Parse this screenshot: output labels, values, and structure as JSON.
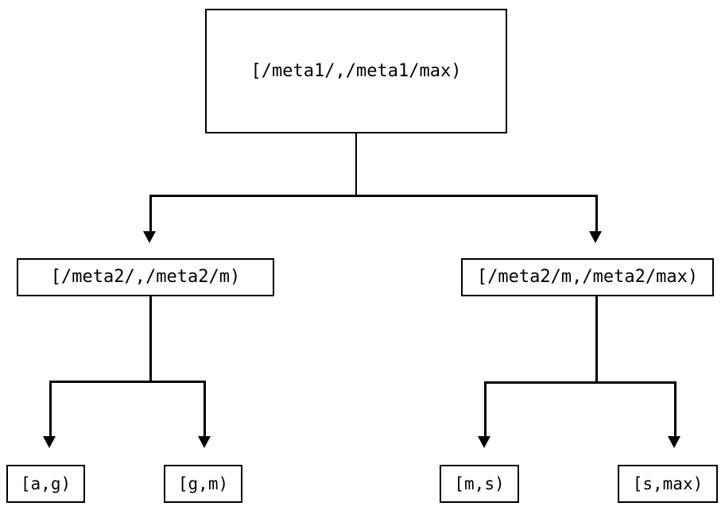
{
  "diagram": {
    "type": "tree",
    "title": "",
    "background_color": "#ffffff",
    "stroke_color": "#000000",
    "nodes": {
      "root": {
        "label": "[/meta1/,/meta1/max)"
      },
      "mid_left": {
        "label": "[/meta2/,/meta2/m)"
      },
      "mid_right": {
        "label": "[/meta2/m,/meta2/max)"
      },
      "leaf_1": {
        "label": "[a,g)"
      },
      "leaf_2": {
        "label": "[g,m)"
      },
      "leaf_3": {
        "label": "[m,s)"
      },
      "leaf_4": {
        "label": "[s,max)"
      }
    },
    "edges": [
      {
        "from": "root",
        "to": "mid_left",
        "arrow": "down"
      },
      {
        "from": "root",
        "to": "mid_right",
        "arrow": "down"
      },
      {
        "from": "mid_left",
        "to": "leaf_1",
        "arrow": "down"
      },
      {
        "from": "mid_left",
        "to": "leaf_2",
        "arrow": "down"
      },
      {
        "from": "mid_right",
        "to": "leaf_3",
        "arrow": "down"
      },
      {
        "from": "mid_right",
        "to": "leaf_4",
        "arrow": "down"
      }
    ]
  }
}
